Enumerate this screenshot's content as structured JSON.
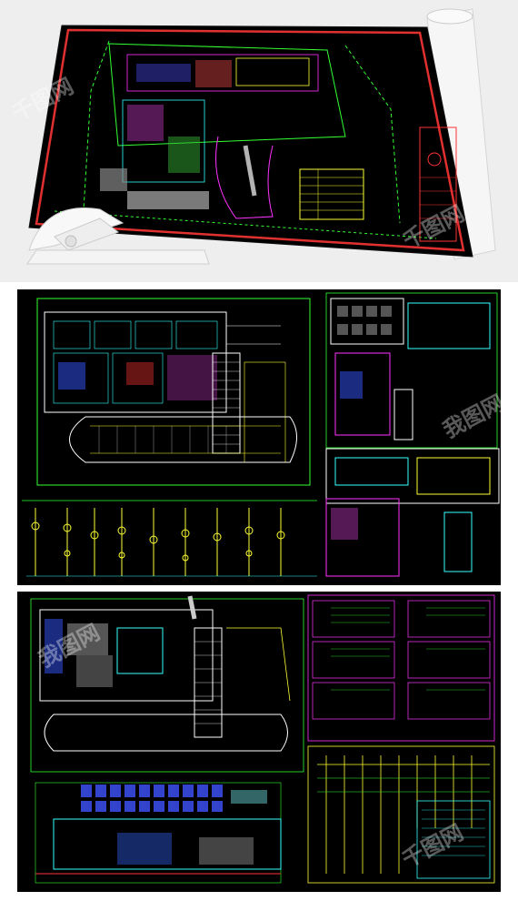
{
  "watermark": {
    "text": "千图网",
    "brand": "我图网"
  },
  "panel_top": {
    "kind": "perspective-blueprint-sheet",
    "bg": "#000000",
    "frame": "#e03030"
  },
  "panel_middle": {
    "kind": "floor-plan-and-riser-diagrams",
    "bg": "#000000"
  },
  "panel_bottom": {
    "kind": "plan-elevation-and-system-diagrams",
    "bg": "#000000"
  },
  "colors": {
    "green": "#33ff33",
    "yellow": "#ffff33",
    "cyan": "#33ffff",
    "magenta": "#ff33ff",
    "red": "#ff3333",
    "white": "#ffffff"
  }
}
